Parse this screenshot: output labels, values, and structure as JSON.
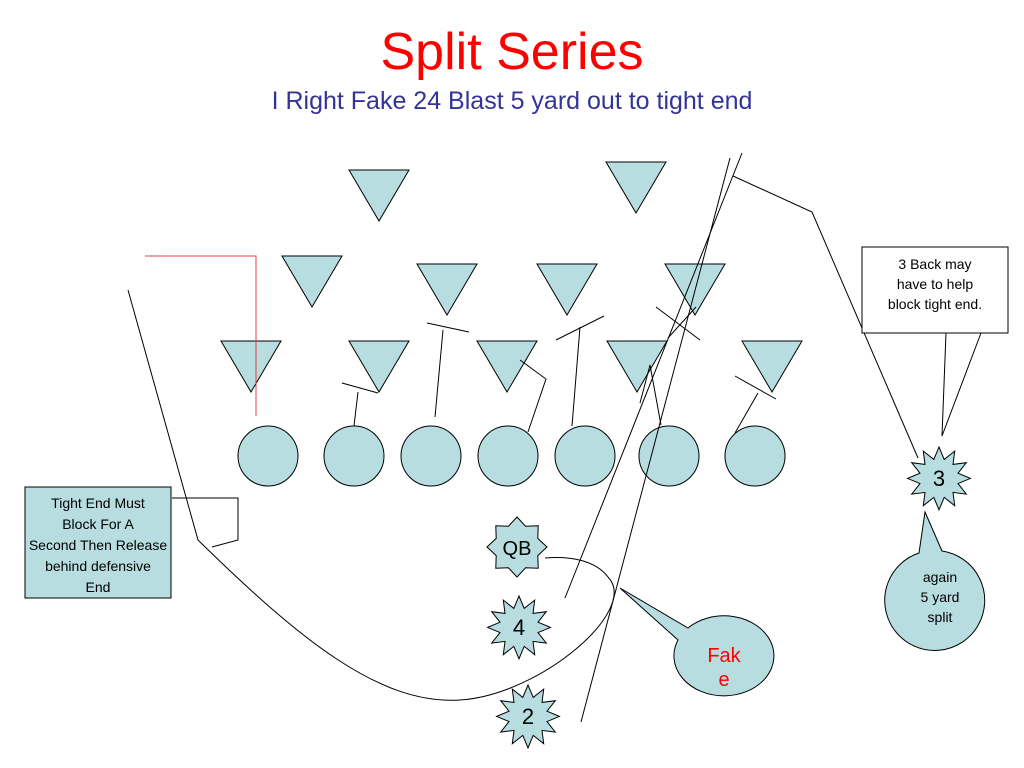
{
  "slide": {
    "title": "Split Series",
    "subtitle": "I Right Fake 24 Blast 5 yard out to tight end"
  },
  "colors": {
    "title": "#ff0000",
    "subtitle": "#333399",
    "player_fill": "#b7dde0",
    "stroke": "#000000",
    "route_red": "#e04040",
    "fake_text": "#ff0000"
  },
  "players": {
    "qb": "QB",
    "back_4": "4",
    "back_2": "2",
    "back_3": "3"
  },
  "callouts": {
    "tight_end": "Tight End Must Block For A Second Then Release behind defensive End",
    "three_back": "3 Back may have to help block tight end.",
    "again_split": "again 5 yard split",
    "fake": "Fake"
  }
}
